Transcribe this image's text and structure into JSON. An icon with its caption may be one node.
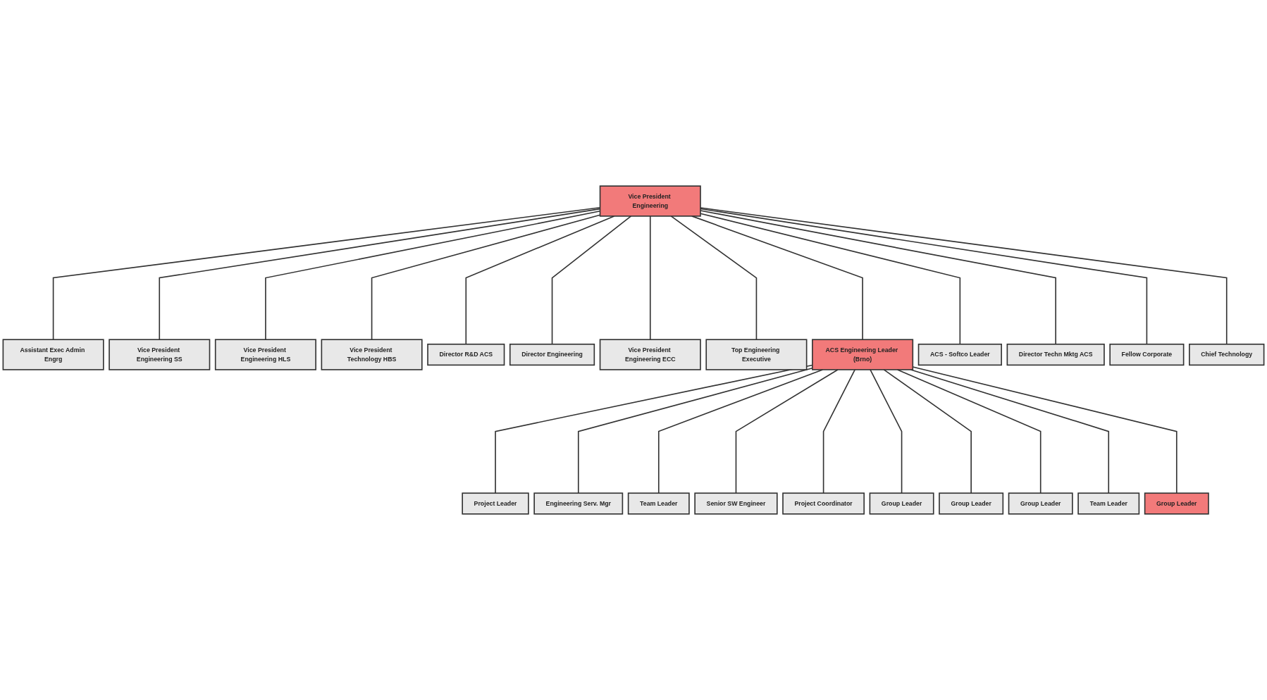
{
  "diagram": {
    "nodes": [
      {
        "text": [
          "Vice President Engineering"
        ]
      },
      {
        "text": [
          "Assistant Exec Admin Engrg"
        ]
      },
      {
        "text": [
          "Vice President Engineering SS"
        ]
      },
      {
        "text": [
          "Vice President Engineering HLS"
        ]
      },
      {
        "text": [
          "Vice President Technology HBS"
        ]
      },
      {
        "text": [
          "Director R&D ACS"
        ]
      },
      {
        "text": [
          "Director Engineering"
        ]
      },
      {
        "text": [
          "Vice President Engineering ECC"
        ]
      },
      {
        "text": [
          "Top Engineering Executive"
        ]
      },
      {
        "text": [
          "ACS Engineering Leader (Brno)"
        ]
      },
      {
        "text": [
          "ACS - Softco Leader"
        ]
      },
      {
        "text": [
          "Director Techn Mktg ACS"
        ]
      },
      {
        "text": [
          "Fellow Corporate"
        ]
      },
      {
        "text": [
          "Chief Technology"
        ]
      },
      {
        "text": [
          "Project Leader"
        ]
      },
      {
        "text": [
          "Engineering Serv. Mgr"
        ]
      },
      {
        "text": [
          "Team Leader"
        ]
      },
      {
        "text": [
          "Senior SW Engineer"
        ]
      },
      {
        "text": [
          "Project Coordinator"
        ]
      },
      {
        "text": [
          "Group Leader"
        ]
      },
      {
        "text": [
          "Group Leader"
        ]
      },
      {
        "text": [
          "Group Leader"
        ]
      },
      {
        "text": [
          "Team Leader"
        ]
      },
      {
        "text": [
          "Group Leader"
        ]
      }
    ],
    "edges": [
      {
        "from": 0,
        "to": 1,
        "arrow": "none"
      },
      {
        "from": 0,
        "to": 2,
        "arrow": "none"
      },
      {
        "from": 0,
        "to": 3,
        "arrow": "none"
      },
      {
        "from": 0,
        "to": 4,
        "arrow": "none"
      },
      {
        "from": 0,
        "to": 5,
        "arrow": "none"
      },
      {
        "from": 0,
        "to": 6,
        "arrow": "none"
      },
      {
        "from": 0,
        "to": 7,
        "arrow": "none"
      },
      {
        "from": 0,
        "to": 8,
        "arrow": "none"
      },
      {
        "from": 0,
        "to": 9,
        "arrow": "none"
      },
      {
        "from": 0,
        "to": 10,
        "arrow": "none"
      },
      {
        "from": 0,
        "to": 11,
        "arrow": "none"
      },
      {
        "from": 0,
        "to": 12,
        "arrow": "none"
      },
      {
        "from": 0,
        "to": 13,
        "arrow": "none"
      },
      {
        "from": 9,
        "to": 14,
        "arrow": "none"
      },
      {
        "from": 9,
        "to": 15,
        "arrow": "none"
      },
      {
        "from": 9,
        "to": 16,
        "arrow": "none"
      },
      {
        "from": 9,
        "to": 17,
        "arrow": "none"
      },
      {
        "from": 9,
        "to": 18,
        "arrow": "none"
      },
      {
        "from": 9,
        "to": 19,
        "arrow": "none"
      },
      {
        "from": 9,
        "to": 20,
        "arrow": "none"
      },
      {
        "from": 9,
        "to": 21,
        "arrow": "none"
      },
      {
        "from": 9,
        "to": 22,
        "arrow": "none"
      },
      {
        "from": 9,
        "to": 23,
        "arrow": "none"
      }
    ]
  }
}
